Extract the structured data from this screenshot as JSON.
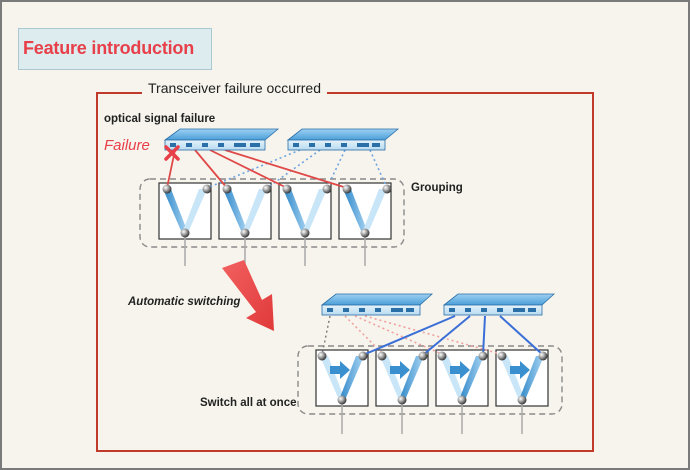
{
  "title": "Feature introduction",
  "panel_title": "Transceiver failure occurred",
  "labels": {
    "optical_signal_failure": "optical signal failure",
    "failure": "Failure",
    "grouping": "Grouping",
    "automatic_switching": "Automatic switching",
    "switch_all": "Switch all at once"
  },
  "colors": {
    "accent_red": "#e8404a",
    "panel_border": "#c0392b",
    "switch_blue": "#3a8fcf",
    "active_link": "#3b6fd8",
    "failed_link": "#e04848",
    "standby_link_top": "#6fa4e0",
    "standby_link_bottom": "#f0a0a0"
  },
  "icons": {
    "failure_mark": "x-icon",
    "switch_arrow": "down-right-arrow-icon"
  }
}
